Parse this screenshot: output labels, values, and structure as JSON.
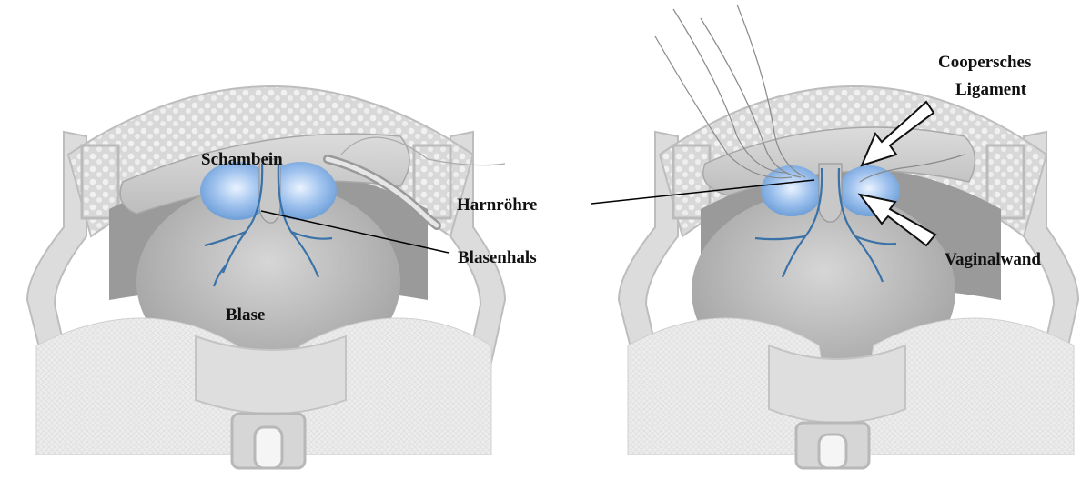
{
  "labels": {
    "schambein": "Schambein",
    "harnroehre": "Harnröhre",
    "blasenhals": "Blasenhals",
    "blase": "Blase",
    "coopersches_line1": "Coopersches",
    "coopersches_line2": "Ligament",
    "vaginalwand": "Vaginalwand"
  },
  "colors": {
    "tissue": "#c9c9c9",
    "tissue_dark": "#a9a9a9",
    "bladder": "#b4b4b4",
    "fat": "#dedede",
    "drape": "#ececec",
    "blue_highlight": "#8fb7e6",
    "vessel": "#2f6fa8"
  }
}
